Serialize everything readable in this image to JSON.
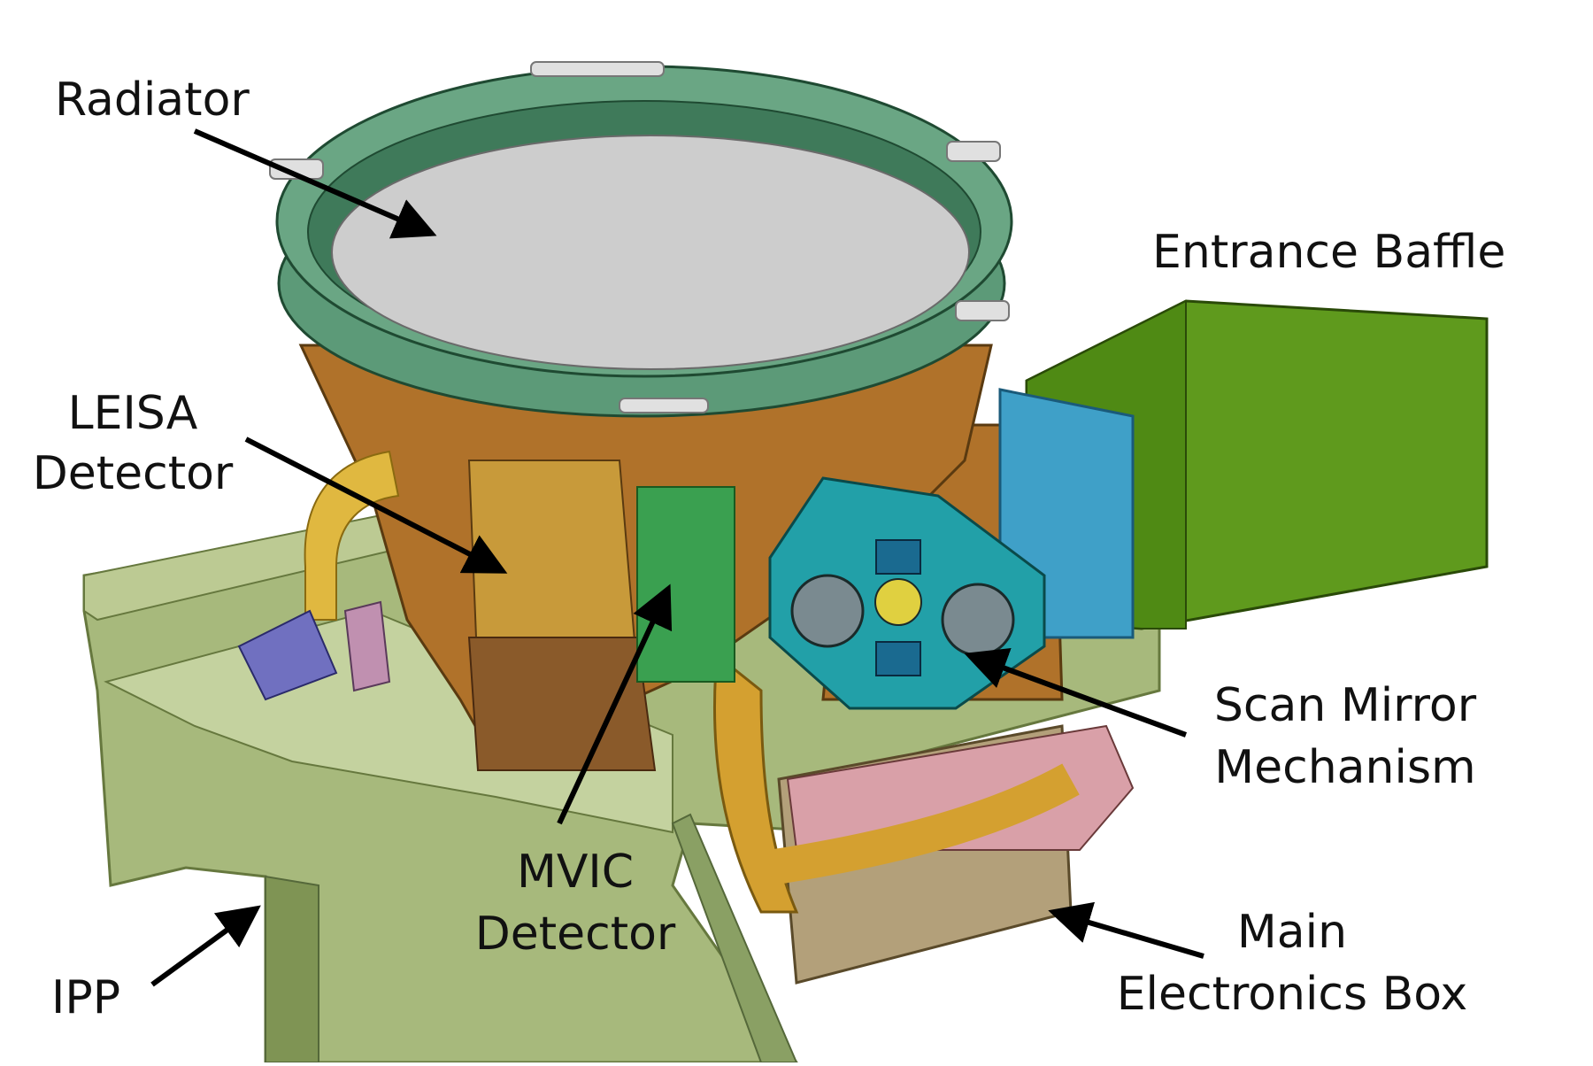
{
  "labels": {
    "radiator": "Radiator",
    "entrance_baffle": "Entrance Baffle",
    "leisa_line1": "LEISA",
    "leisa_line2": "Detector",
    "scan_line1": "Scan Mirror",
    "scan_line2": "Mechanism",
    "mvic_line1": "MVIC",
    "mvic_line2": "Detector",
    "main_line1": "Main",
    "main_line2": "Electronics Box",
    "ipp": "IPP"
  },
  "colors": {
    "platform": "#a7b97c",
    "platform_dark": "#8aa064",
    "radiator_ring": "#5c9a78",
    "radiator_disk": "#cdcdcd",
    "housing": "#b0722a",
    "baffle": "#5f9a1d",
    "blue_box": "#3fa0c8",
    "scan_mirror": "#22a0a8",
    "electronics": "#b3a07a",
    "cable": "#d4a030",
    "pink": "#d9a0a8",
    "arrow": "#000000"
  }
}
